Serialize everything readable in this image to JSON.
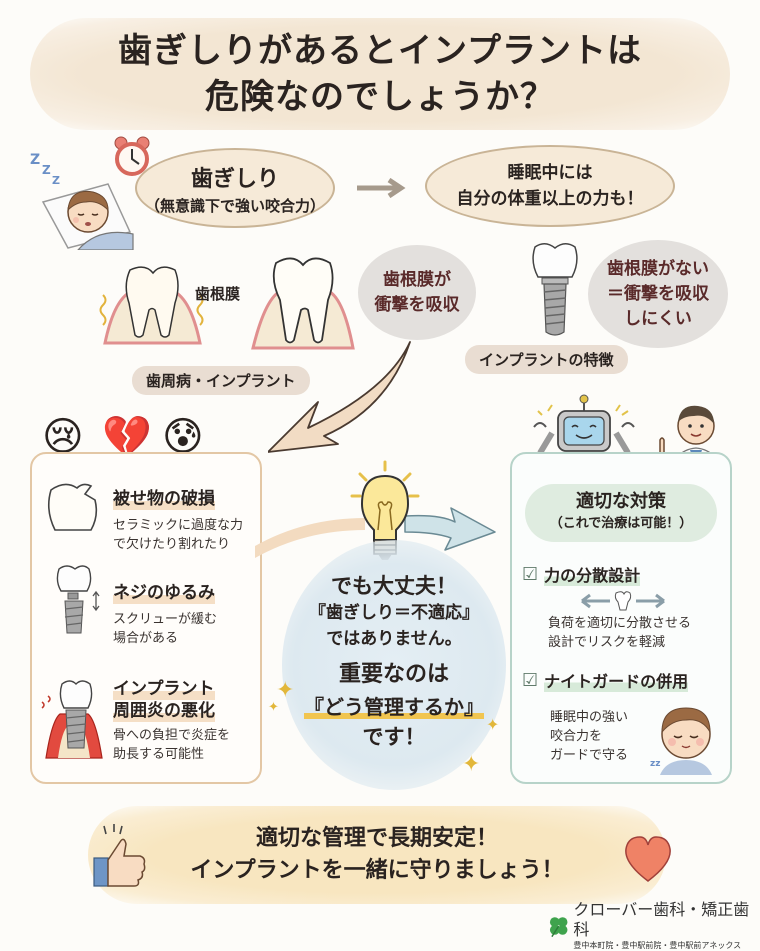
{
  "title": {
    "line1": "歯ぎしりがあるとインプラントは",
    "line2": "危険なのでしょうか？"
  },
  "top_row": {
    "bruxism_bubble": {
      "main": "歯ぎしり",
      "sub": "（無意識下で強い咬合力）"
    },
    "sleep_bubble": {
      "line1": "睡眠中には",
      "line2": "自分の体重以上の力も！"
    }
  },
  "comparison": {
    "pdl_label": "歯根膜",
    "natural_bubble": {
      "line1": "歯根膜が",
      "line2": "衝撃を吸収"
    },
    "natural_caption": "歯周病・インプラント",
    "implant_bubble": {
      "line1": "歯根膜がない",
      "line2": "＝衝撃を吸収",
      "line3": "しにくい"
    },
    "implant_caption": "インプラントの特徴"
  },
  "risks": {
    "emojis": [
      "😢",
      "💔",
      "😰"
    ],
    "items": [
      {
        "title": "被せ物の破損",
        "desc1": "セラミックに過度な力",
        "desc2": "で欠けたり割れたり"
      },
      {
        "title": "ネジのゆるみ",
        "desc1": "スクリューが緩む",
        "desc2": "場合がある"
      },
      {
        "title1": "インプラント",
        "title2": "周囲炎の悪化",
        "desc1": "骨への負担で炎症を",
        "desc2": "助長する可能性"
      }
    ]
  },
  "center": {
    "line1": "でも大丈夫！",
    "line2": "『歯ぎしり＝不適応』",
    "line3": "ではありません。",
    "line4": "重要なのは",
    "line5": "『どう管理するか』",
    "line6": "です！"
  },
  "solutions": {
    "header": "適切な対策",
    "subheader": "（これで治療は可能！）",
    "items": [
      {
        "title": "力の分散設計",
        "desc1": "負荷を適切に分散させる",
        "desc2": "設計でリスクを軽減"
      },
      {
        "title": "ナイトガードの併用",
        "desc1": "睡眠中の強い",
        "desc2": "咬合力を",
        "desc3": "ガードで守る"
      }
    ]
  },
  "footer": {
    "line1": "適切な管理で長期安定！",
    "line2": "インプラントを一緒に守りましょう！"
  },
  "logo": {
    "name": "クローバー歯科・矯正歯科",
    "branches": "豊中本町院・豊中駅前院・豊中駅前アネックス"
  },
  "colors": {
    "beige_bubble": "#f6ead8",
    "left_card_border": "#e3c7a5",
    "right_card_border": "#b7d3c9",
    "footer_bg": "#f8e6c0",
    "clover_green": "#3fa34d"
  }
}
